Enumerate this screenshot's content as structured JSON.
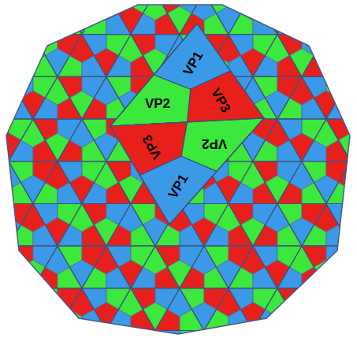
{
  "diagram": {
    "labels": [
      "VP1",
      "VP3",
      "VP2",
      "VP2",
      "VP3",
      "VP1"
    ]
  }
}
